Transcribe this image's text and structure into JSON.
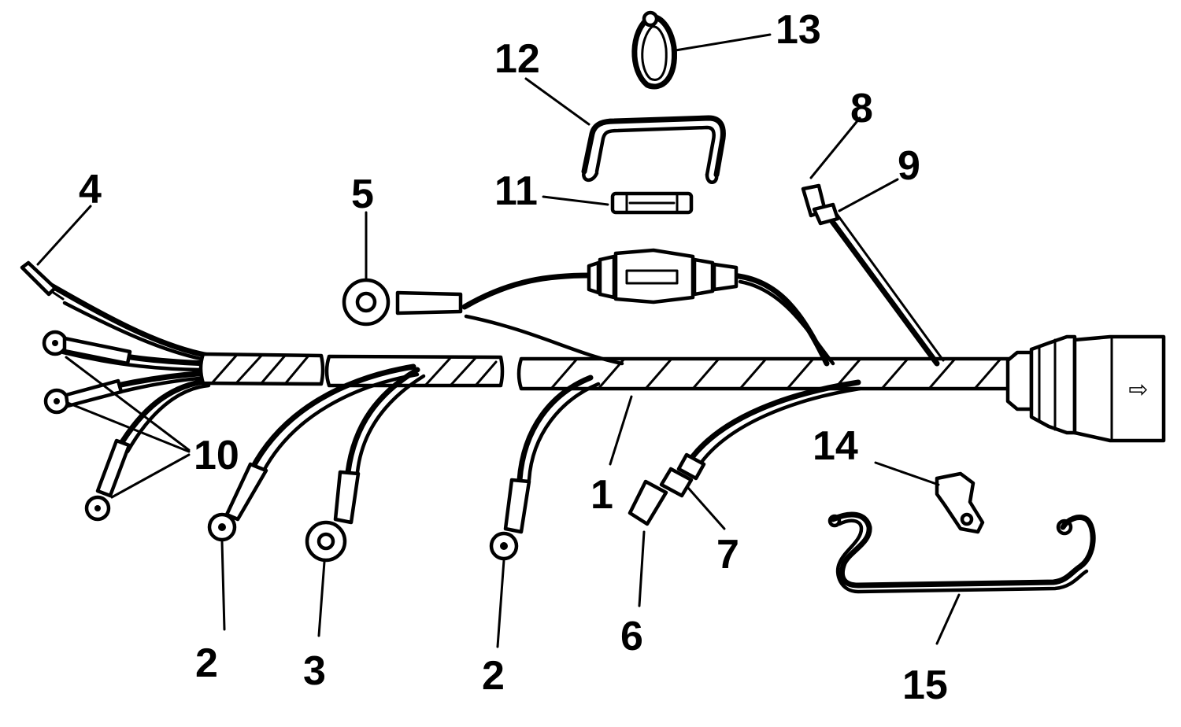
{
  "diagram": {
    "callouts": {
      "c1": "1",
      "c2a": "2",
      "c2b": "2",
      "c3": "3",
      "c4": "4",
      "c5": "5",
      "c6": "6",
      "c7": "7",
      "c8": "8",
      "c9": "9",
      "c10": "10",
      "c11": "11",
      "c12": "12",
      "c13": "13",
      "c14": "14",
      "c15": "15"
    },
    "connector_glyph": "⇨",
    "colors": {
      "ink": "#000000",
      "paper": "#ffffff"
    }
  }
}
